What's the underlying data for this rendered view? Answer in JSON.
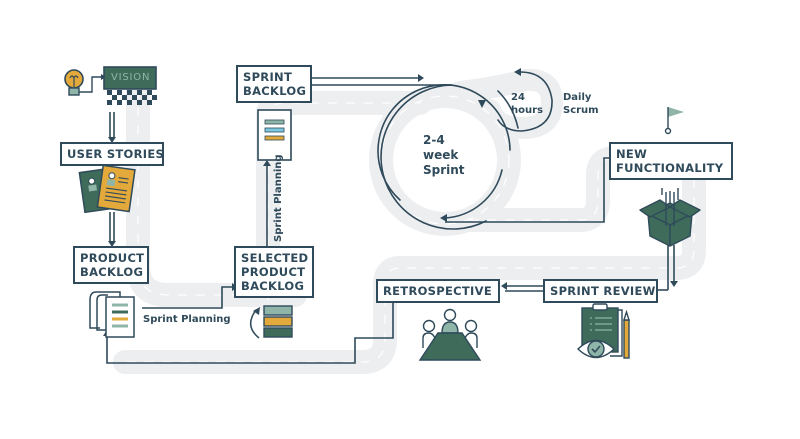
{
  "diagram": {
    "title": "Scrum Framework",
    "colors": {
      "ink": "#2f4a5a",
      "road": "#edeef0",
      "road_dash": "#ffffff",
      "green": "#3f6b5a",
      "sage": "#8fb5a8",
      "gold": "#e3a93a",
      "sky": "#7cc8e0"
    },
    "nodes": {
      "vision": {
        "label": "VISION"
      },
      "user_stories": {
        "label": "USER STORIES"
      },
      "product_backlog": {
        "line1": "PRODUCT",
        "line2": "BACKLOG"
      },
      "selected_product_backlog": {
        "line1": "SELECTED",
        "line2": "PRODUCT",
        "line3": "BACKLOG"
      },
      "sprint_backlog": {
        "line1": "SPRINT",
        "line2": "BACKLOG"
      },
      "new_functionality": {
        "line1": "NEW",
        "line2": "FUNCTIONALITY"
      },
      "sprint_review": {
        "label": "SPRINT REVIEW"
      },
      "retrospective": {
        "label": "RETROSPECTIVE"
      }
    },
    "annotations": {
      "sprint_planning_horizontal": "Sprint Planning",
      "sprint_planning_vertical": "Sprint Planning",
      "sprint_cycle": {
        "line1": "2-4",
        "line2": "week",
        "line3": "Sprint"
      },
      "daily_cycle": {
        "line1": "24",
        "line2": "hours"
      },
      "daily_scrum": {
        "line1": "Daily",
        "line2": "Scrum"
      }
    },
    "icons": [
      "lightbulb-icon",
      "vision-board-icon",
      "user-story-cards-icon",
      "backlog-documents-icon",
      "sprint-backlog-document-icon",
      "stacked-backlog-items-icon",
      "goal-flag-icon",
      "open-box-icon",
      "team-meeting-icon",
      "review-checklist-eye-icon"
    ]
  }
}
